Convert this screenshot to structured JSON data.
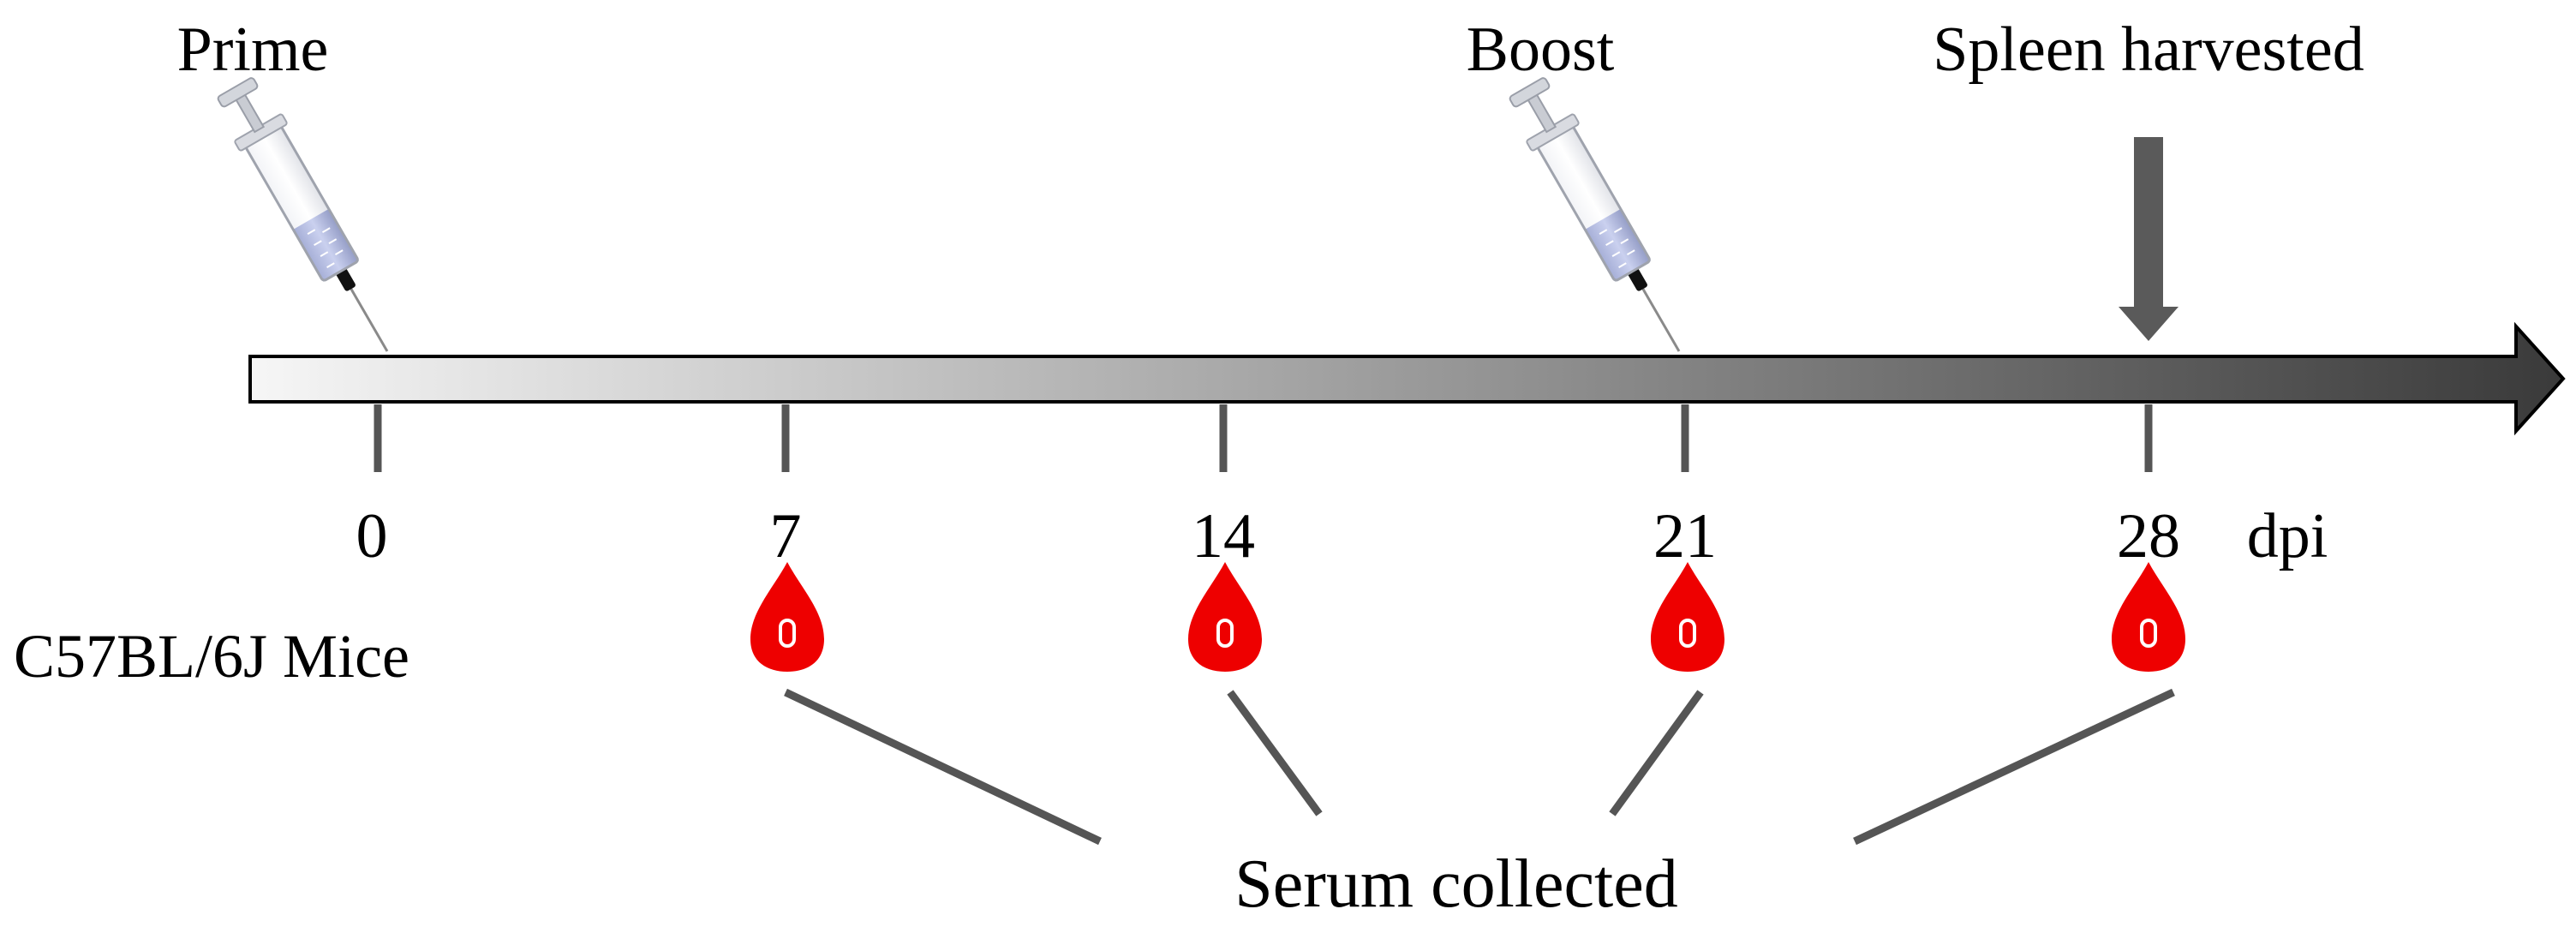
{
  "events": {
    "prime": "Prime",
    "boost": "Boost",
    "harvest": "Spleen harvested"
  },
  "timeline": {
    "ticks": [
      "0",
      "7",
      "14",
      "21",
      "28"
    ],
    "unit": "dpi"
  },
  "subject": "C57BL/6J Mice",
  "serum": "Serum collected",
  "colors": {
    "axis_start": "#f4f4f4",
    "axis_end": "#3a3a3a",
    "tick": "#555555",
    "blood_drop": "#ee0000",
    "harvest_arrow": "#5a5a5a",
    "syringe_liquid": "#6f7fc8"
  },
  "icons": {
    "injection": "syringe-icon",
    "serum": "blood-drop-icon",
    "harvest": "down-arrow-icon"
  }
}
